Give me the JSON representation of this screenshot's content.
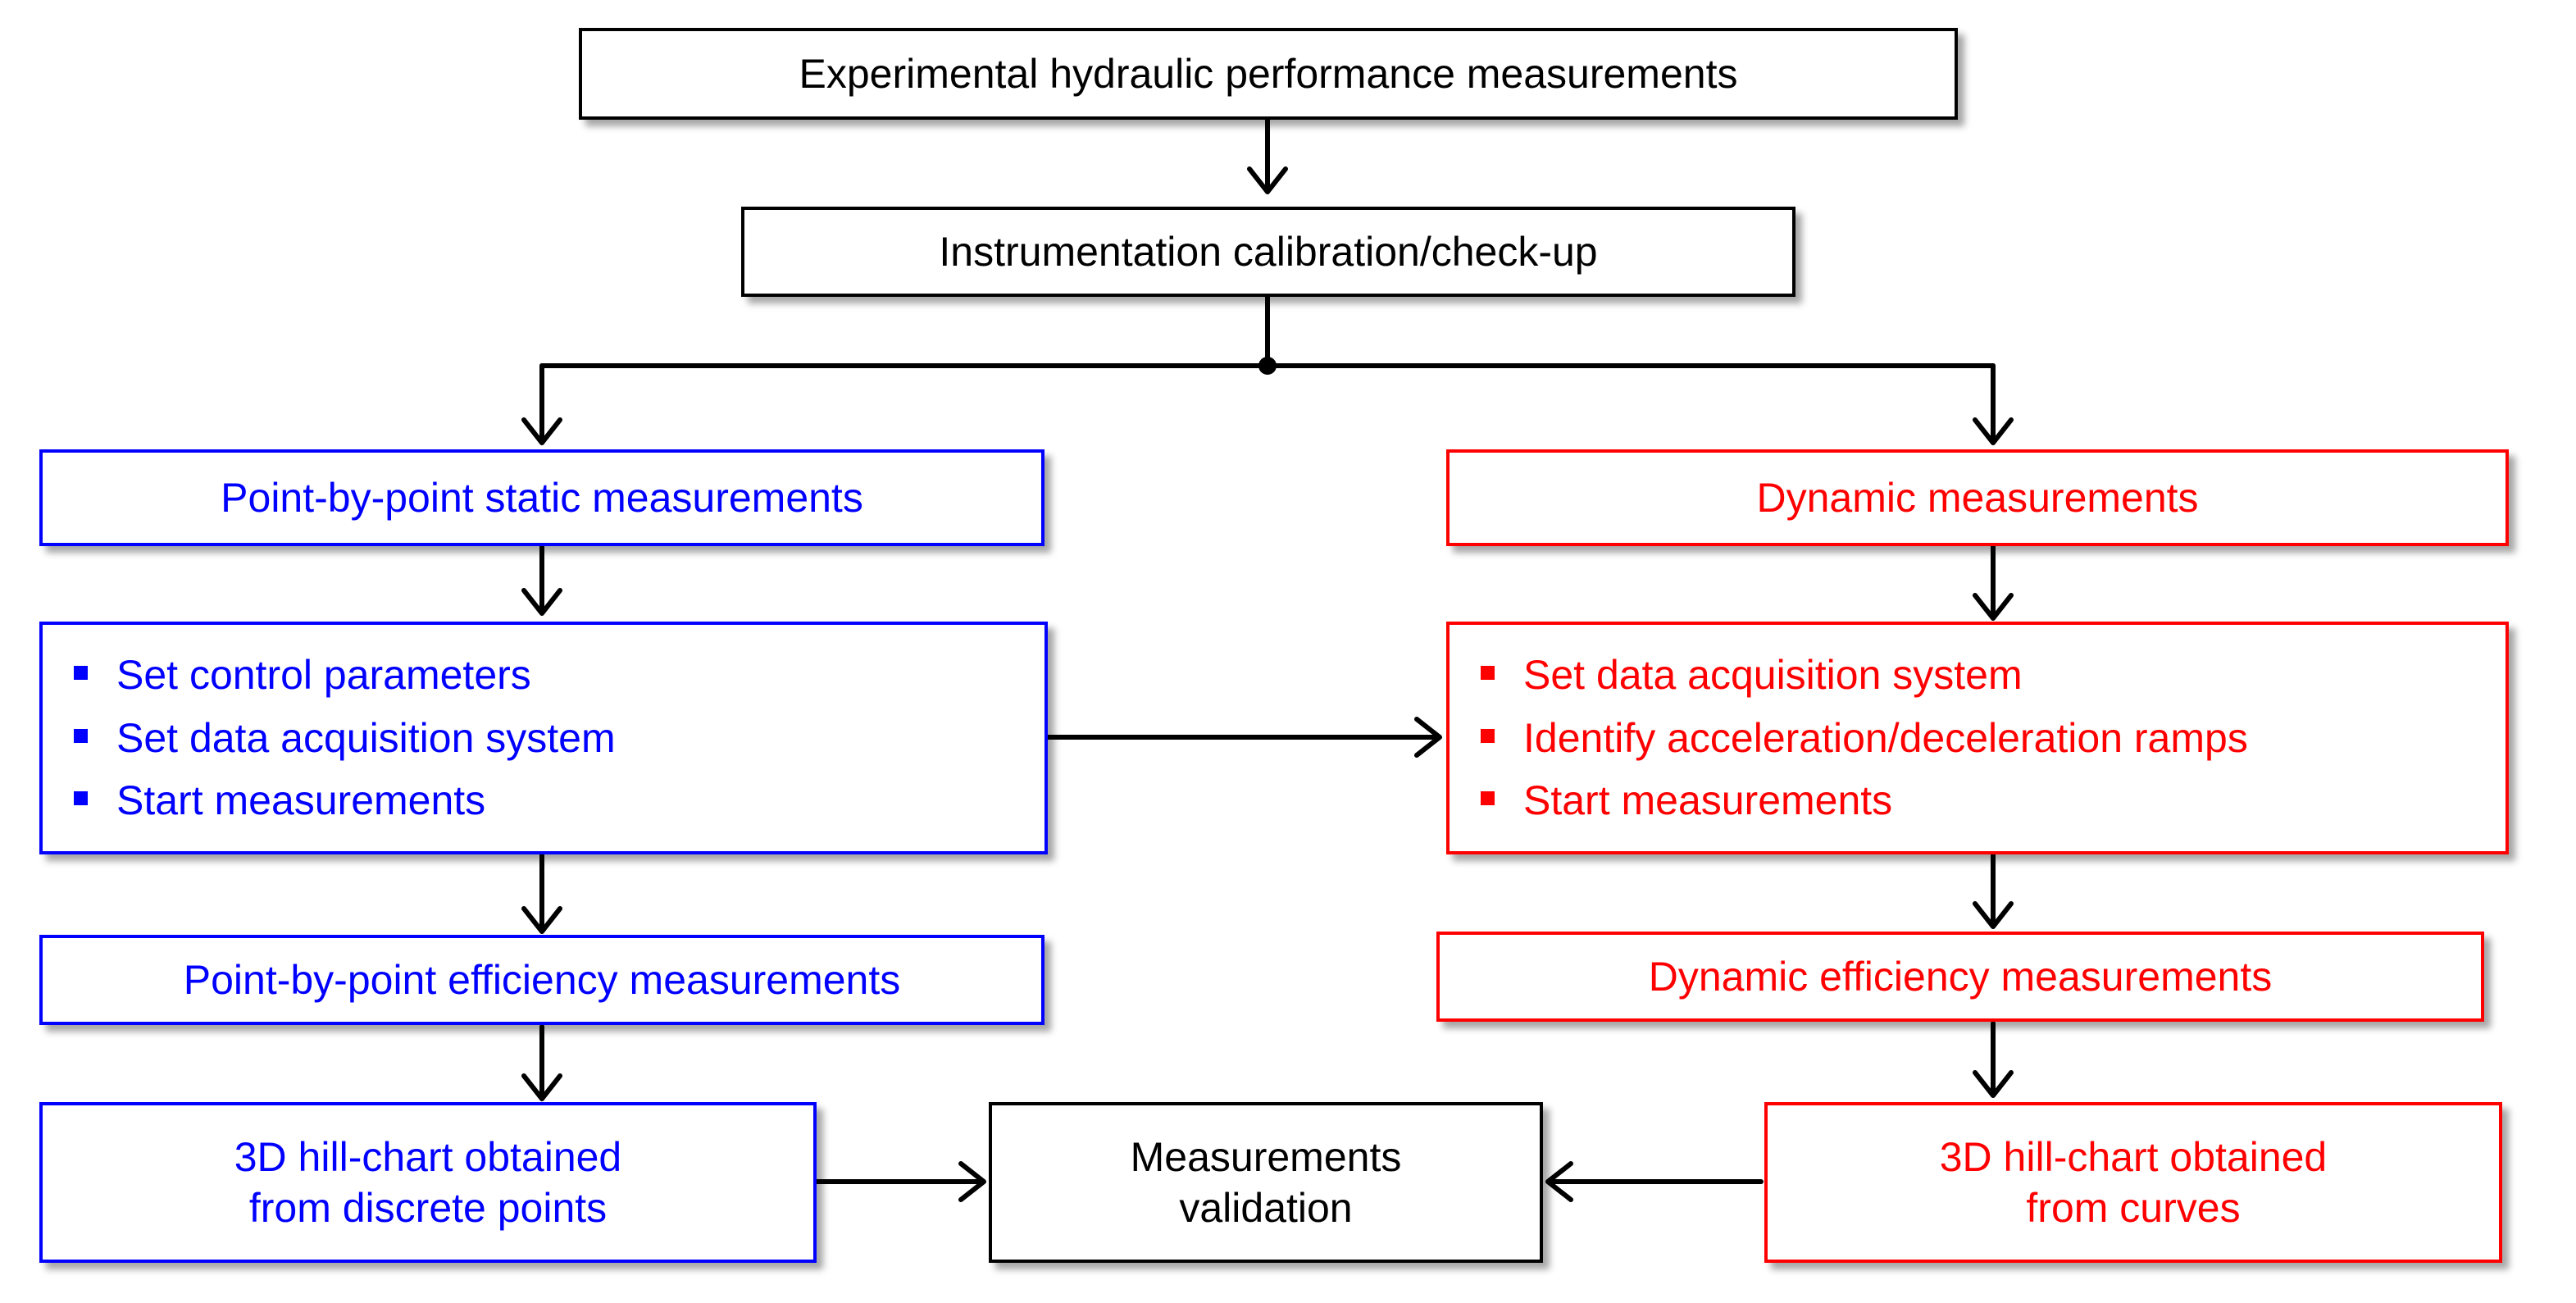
{
  "colors": {
    "neutral": "#000000",
    "static_branch": "#0000ff",
    "dynamic_branch": "#ff0000"
  },
  "top": {
    "title": "Experimental hydraulic performance measurements",
    "calibration": "Instrumentation calibration/check-up"
  },
  "static": {
    "header": "Point-by-point static measurements",
    "steps": [
      "Set control parameters",
      "Set data acquisition system",
      "Start measurements"
    ],
    "efficiency": "Point-by-point efficiency measurements",
    "hillchart": [
      "3D hill-chart obtained",
      "from discrete points"
    ]
  },
  "dynamic": {
    "header": "Dynamic measurements",
    "steps": [
      "Set data acquisition system",
      "Identify acceleration/deceleration ramps",
      "Start measurements"
    ],
    "efficiency": "Dynamic efficiency measurements",
    "hillchart": [
      "3D hill-chart obtained",
      "from curves"
    ]
  },
  "validation": [
    "Measurements",
    "validation"
  ]
}
